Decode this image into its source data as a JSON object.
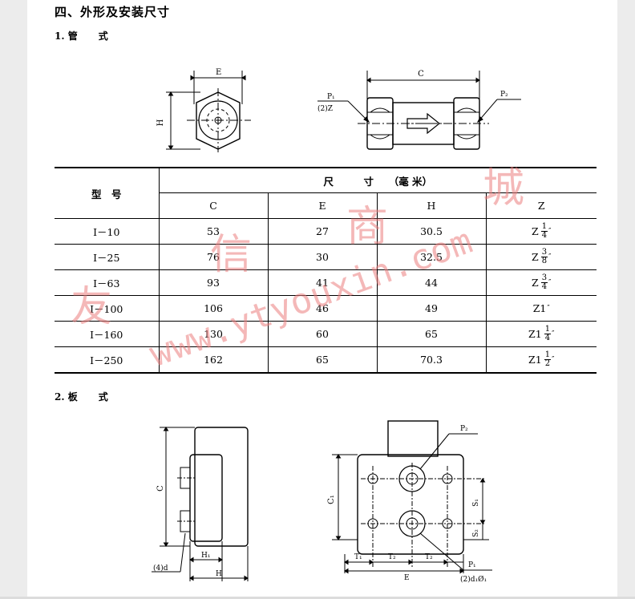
{
  "section_title": "四、外形及安装尺寸",
  "sub1": {
    "num": "1.",
    "a": "管",
    "b": "式"
  },
  "sub2": {
    "num": "2.",
    "a": "板",
    "b": "式"
  },
  "table": {
    "model_header": "型　号",
    "dim_header": "尺　　　寸　　（毫 米）",
    "cols": [
      "C",
      "E",
      "H",
      "Z"
    ],
    "rows": [
      {
        "model": "I－10",
        "C": "53",
        "E": "27",
        "H": "30.5",
        "z_pre": "Z",
        "z_whole": "",
        "z_num": "1",
        "z_den": "4",
        "inch": "″"
      },
      {
        "model": "I－25",
        "C": "76",
        "E": "30",
        "H": "32.5",
        "z_pre": "Z",
        "z_whole": "",
        "z_num": "3",
        "z_den": "8",
        "inch": "″"
      },
      {
        "model": "I－63",
        "C": "93",
        "E": "41",
        "H": "44",
        "z_pre": "Z",
        "z_whole": "",
        "z_num": "3",
        "z_den": "4",
        "inch": "″"
      },
      {
        "model": "I－100",
        "C": "106",
        "E": "46",
        "H": "49",
        "z_pre": "Z1",
        "z_whole": "",
        "z_num": "",
        "z_den": "",
        "inch": "″"
      },
      {
        "model": "I－160",
        "C": "130",
        "E": "60",
        "H": "65",
        "z_pre": "Z1",
        "z_whole": "",
        "z_num": "1",
        "z_den": "4",
        "inch": "″"
      },
      {
        "model": "I－250",
        "C": "162",
        "E": "65",
        "H": "70.3",
        "z_pre": "Z1",
        "z_whole": "",
        "z_num": "1",
        "z_den": "2",
        "inch": "″"
      }
    ]
  },
  "drawing_labels": {
    "E": "E",
    "H": "H",
    "C": "C",
    "P1": "P₁",
    "P2": "P₂",
    "two_z": "(2)Z",
    "H1": "H₁",
    "C1": "C₁",
    "S1": "S₁",
    "S2": "S₂",
    "T1": "T₁",
    "T2": "T₂",
    "T3": "T₂",
    "four_d": "(4)d",
    "two_d": "(2)d₁Ø₁"
  },
  "watermark": {
    "c1": "友",
    "c2": "信",
    "c3": "商",
    "c4": "城",
    "url": "www.ytyouxin.com"
  }
}
